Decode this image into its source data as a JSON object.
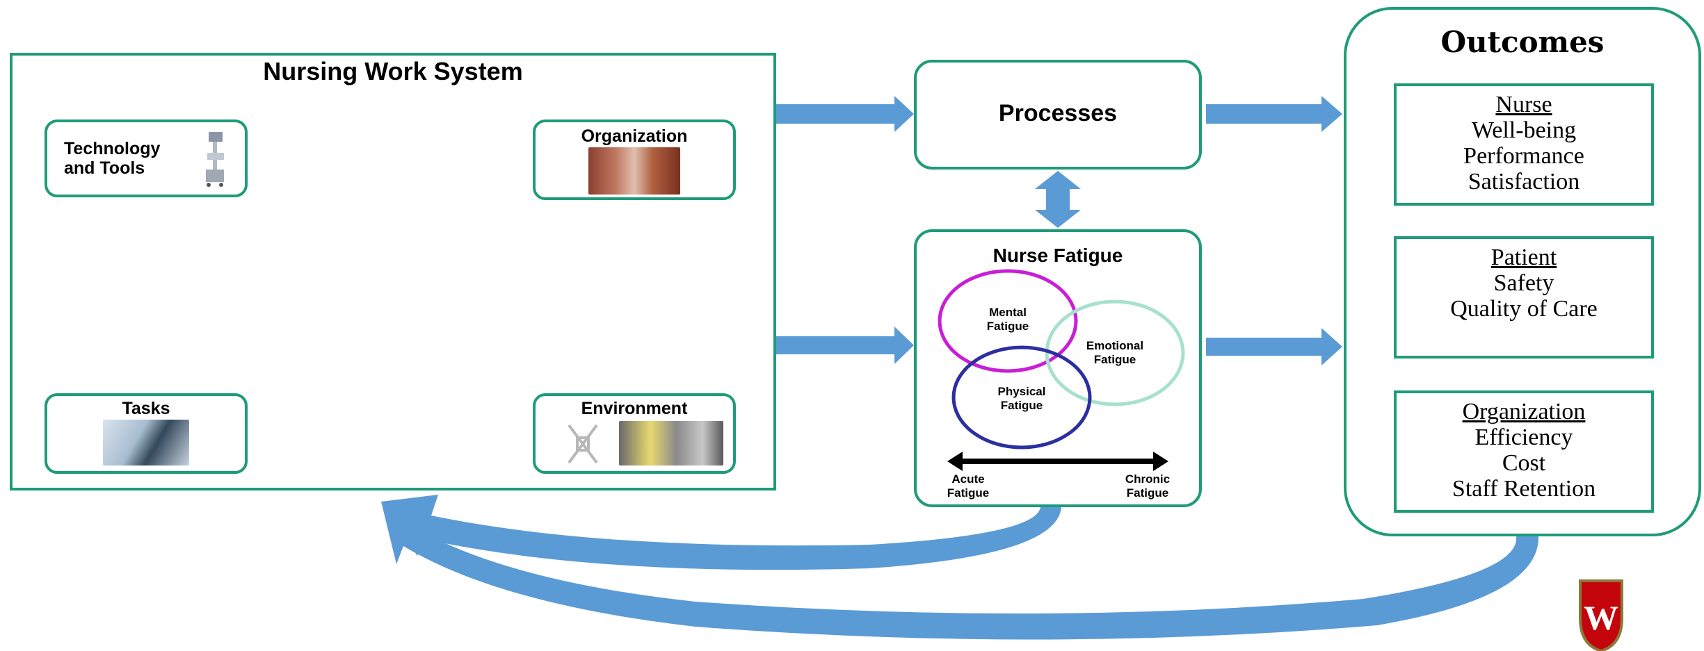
{
  "work_system": {
    "title": "Nursing Work System",
    "technology": "Technology and Tools",
    "organization": "Organization",
    "tasks": "Tasks",
    "environment": "Environment"
  },
  "processes": {
    "label": "Processes"
  },
  "fatigue": {
    "title": "Nurse Fatigue",
    "mental": "Mental Fatigue",
    "emotional": "Emotional Fatigue",
    "physical": "Physical Fatigue",
    "acute": "Acute Fatigue",
    "chronic": "Chronic Fatigue"
  },
  "outcomes": {
    "title": "Outcomes",
    "nurse": {
      "head": "Nurse",
      "items": [
        "Well-being",
        "Performance",
        "Satisfaction"
      ]
    },
    "patient": {
      "head": "Patient",
      "items": [
        "Safety",
        "Quality of Care"
      ]
    },
    "organization": {
      "head": "Organization",
      "items": [
        "Efficiency",
        "Cost",
        "Staff Retention"
      ]
    }
  },
  "colors": {
    "frame_green": "#1f9b7a",
    "arrow_blue": "#5b9bd5",
    "mental_circle": "#c81ed6",
    "emotional_circle": "#a8e0d0",
    "physical_circle": "#2c2fa0"
  }
}
